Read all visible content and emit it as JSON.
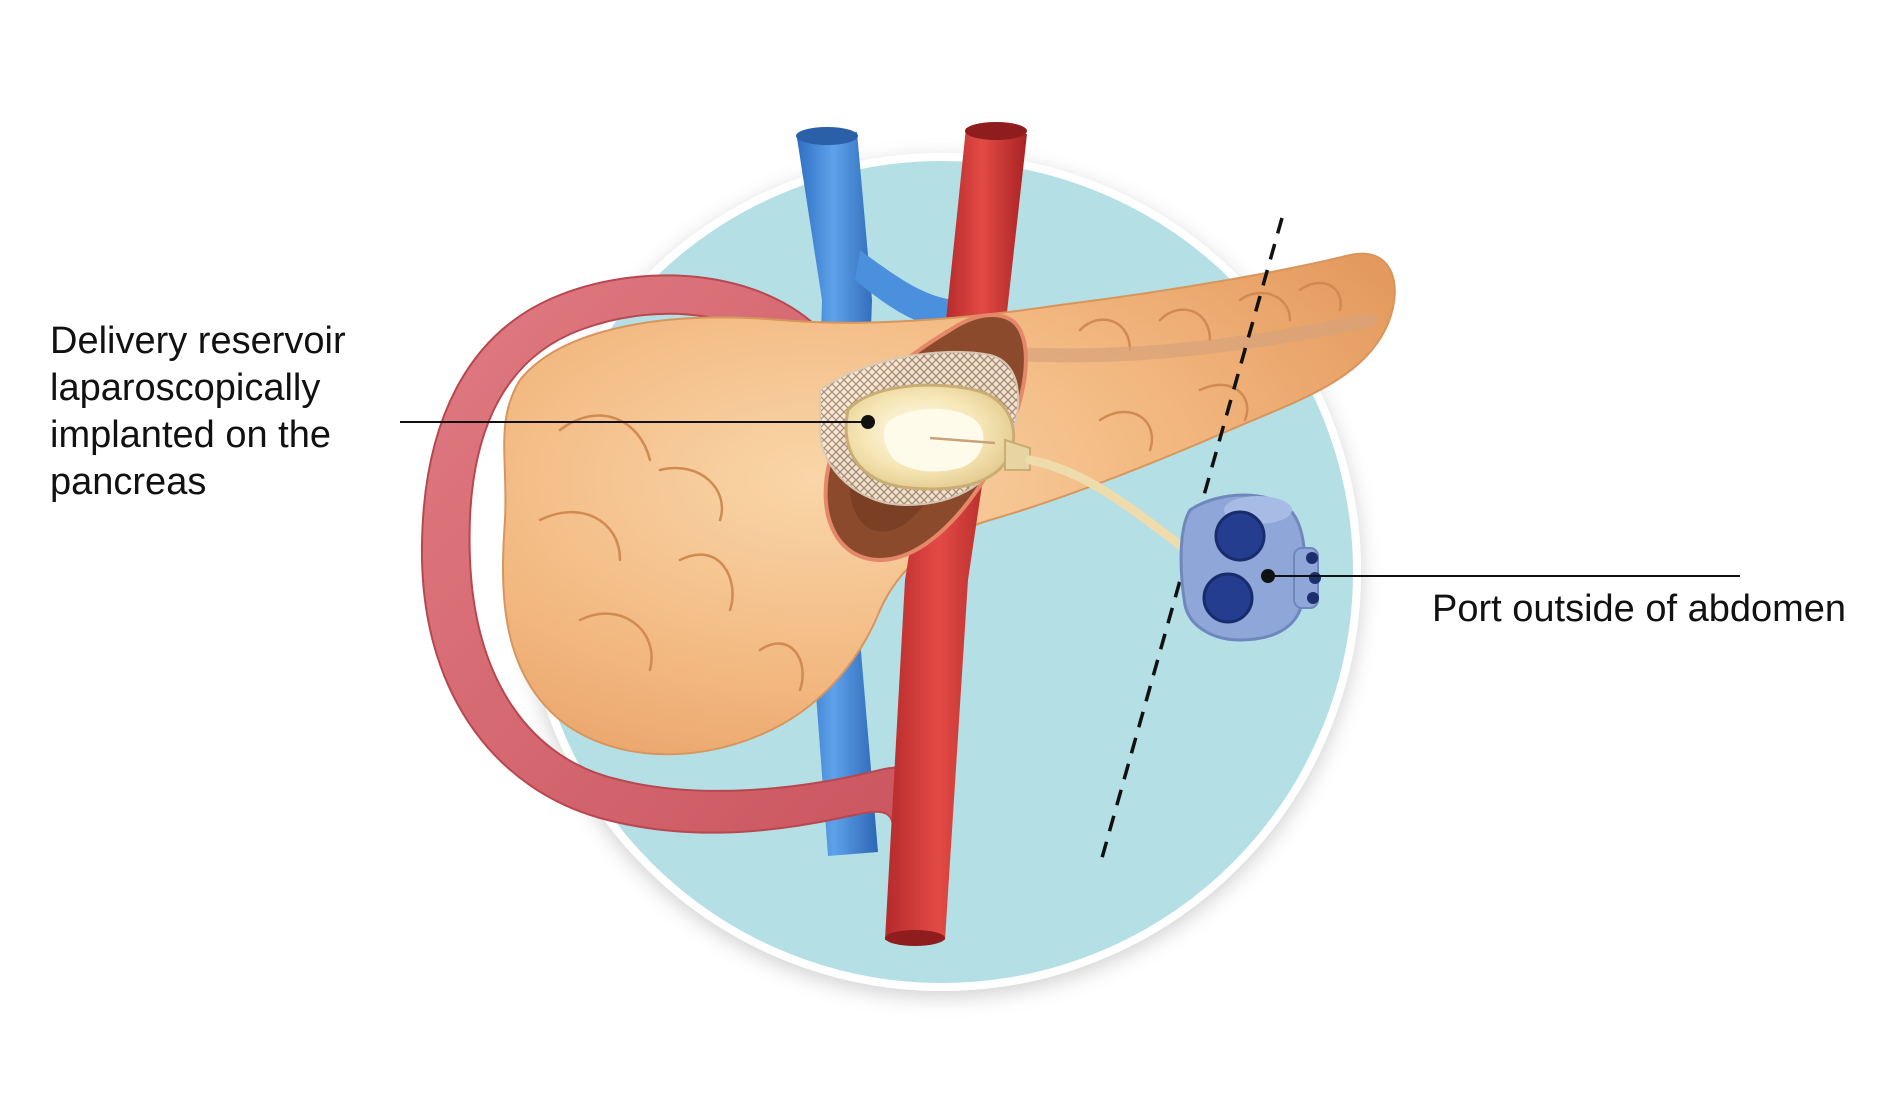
{
  "labels": {
    "reservoir": {
      "lines": [
        "Delivery reservoir",
        "laparoscopically",
        "implanted on the",
        "pancreas"
      ]
    },
    "port": {
      "text": "Port outside of abdomen"
    }
  },
  "colors": {
    "background": "#ffffff",
    "circle_fill": "#b3dfe5",
    "pancreas": "#f2b77f",
    "pancreas_highlight": "#f8d1a2",
    "duodenum": "#d96670",
    "vein": "#3f86d6",
    "artery": "#d3393a",
    "cavity": "#8b4a2c",
    "reservoir": "#f5e6b8",
    "port_body": "#8ea7d8",
    "port_wells": "#243d8f",
    "callout_line": "#111111"
  }
}
